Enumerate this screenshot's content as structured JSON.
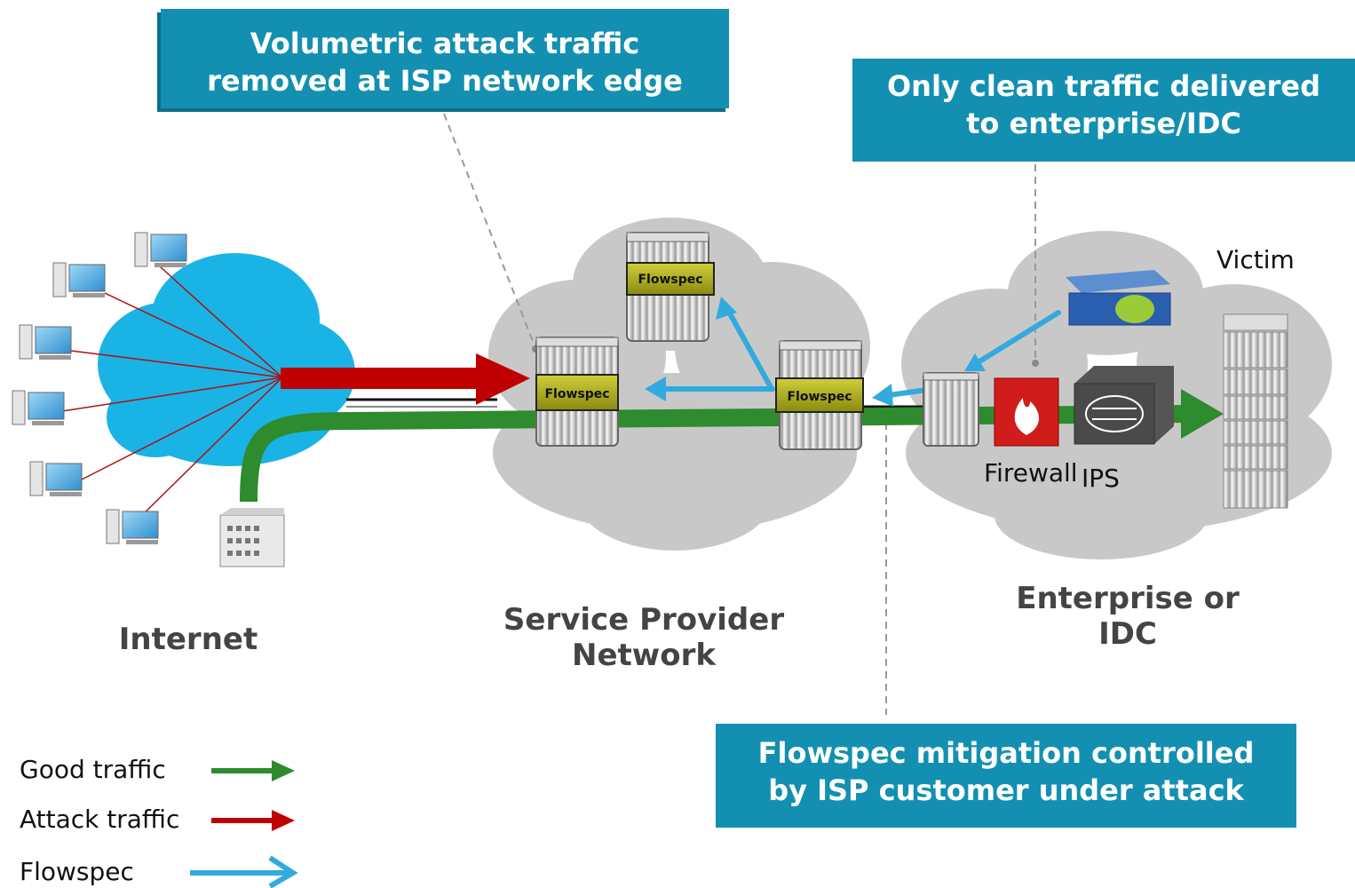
{
  "callouts": {
    "volumetric": {
      "line1": "Volumetric attack traffic",
      "line2": "removed at ISP network edge"
    },
    "clean": {
      "line1": "Only clean traffic delivered",
      "line2": "to enterprise/IDC"
    },
    "mitigation": {
      "line1": "Flowspec mitigation controlled",
      "line2": "by ISP customer under attack"
    }
  },
  "regions": {
    "internet": "Internet",
    "provider": {
      "line1": "Service Provider",
      "line2": "Network"
    },
    "enterprise": {
      "line1": "Enterprise or",
      "line2": "IDC"
    }
  },
  "devices": {
    "router_tag": "Flowspec",
    "victim": "Victim",
    "firewall": "Firewall",
    "ips": "IPS"
  },
  "legend": [
    {
      "label": "Good traffic",
      "color": "#2e8b2e"
    },
    {
      "label": "Attack traffic",
      "color": "#c00000"
    },
    {
      "label": "Flowspec",
      "color": "#33aadd"
    }
  ],
  "colors": {
    "callout_bg": "#1390b1",
    "good": "#2e8b2e",
    "attack": "#c00000",
    "flowspec": "#33aadd",
    "cloud_internet": "#1ab3e6",
    "cloud_gray": "#c8c8c8"
  }
}
